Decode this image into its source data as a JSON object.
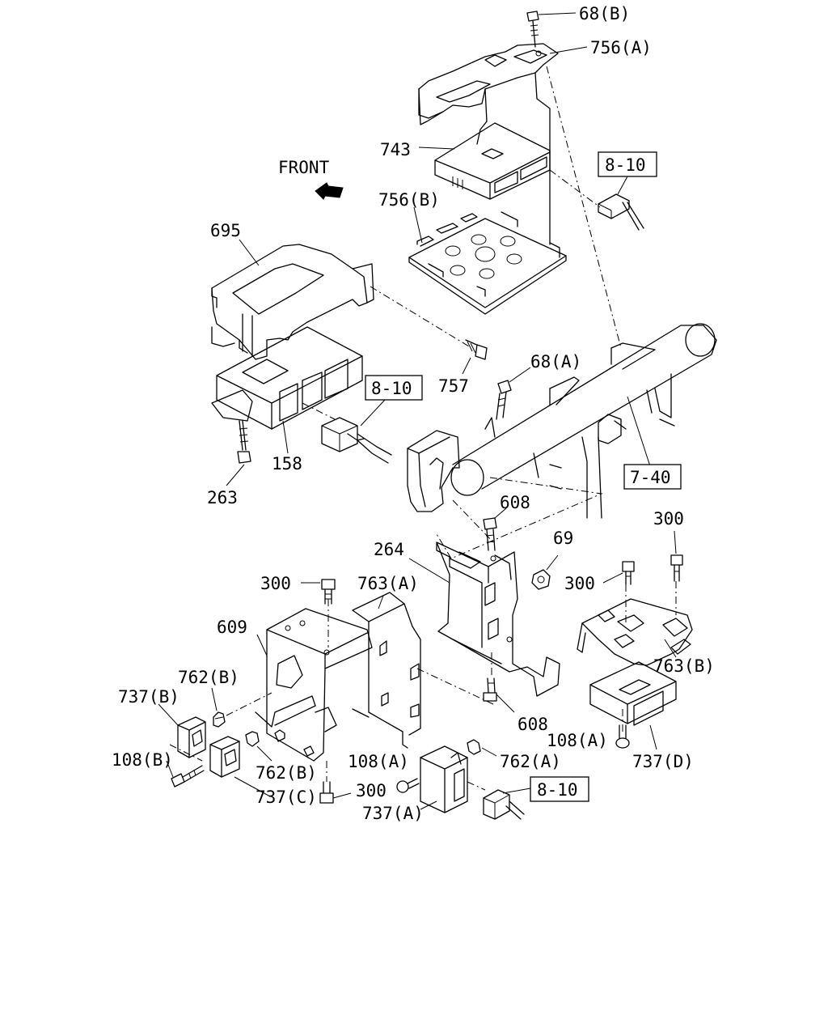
{
  "front_label": "FRONT",
  "labels": {
    "l68b": "68(B)",
    "l756a": "756(A)",
    "l743": "743",
    "l756b": "756(B)",
    "l695": "695",
    "l757": "757",
    "l68a": "68(A)",
    "l158": "158",
    "l263": "263",
    "l740": "7-40",
    "l608top": "608",
    "l69": "69",
    "l300right": "300",
    "l264": "264",
    "l300a": "300",
    "l763a": "763(A)",
    "l300b": "300",
    "l609": "609",
    "l763b": "763(B)",
    "l762b1": "762(B)",
    "l737b": "737(B)",
    "l608bot": "608",
    "l108a_right": "108(A)",
    "l737d": "737(D)",
    "l108b": "108(B)",
    "l762b2": "762(B)",
    "l108a_mid": "108(A)",
    "l762a": "762(A)",
    "l300c": "300",
    "l737c": "737(C)",
    "l737a": "737(A)"
  },
  "ref_boxes": {
    "r810top": "8-10",
    "r810mid": "8-10",
    "r810bot": "8-10"
  }
}
